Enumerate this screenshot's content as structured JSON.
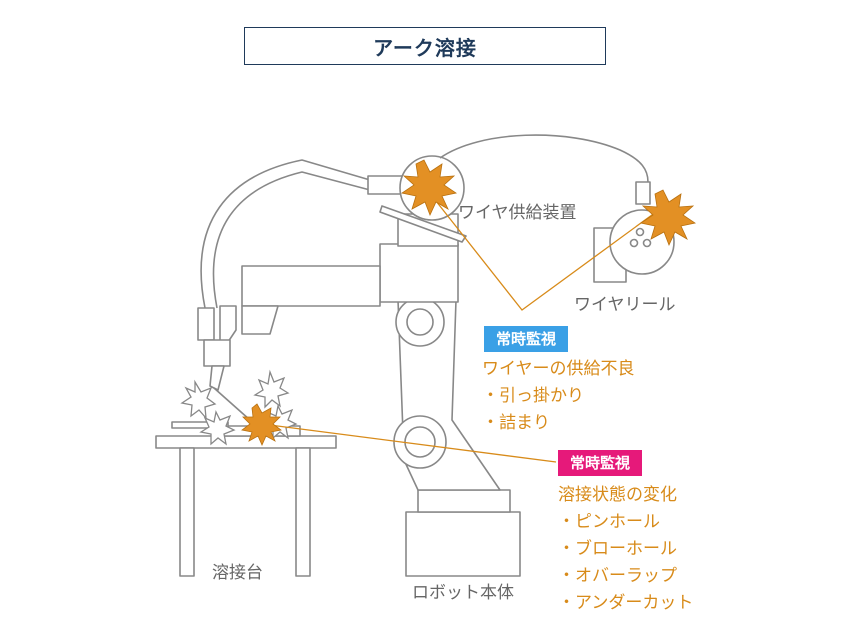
{
  "title": "アーク溶接",
  "labels": {
    "wire_feeder": "ワイヤ供給装置",
    "wire_reel": "ワイヤリール",
    "welding_table": "溶接台",
    "robot_body": "ロボット本体"
  },
  "monitor_top": {
    "badge": "常時監視",
    "badge_color": "#3aa0e6",
    "heading": "ワイヤーの供給不良",
    "items": [
      "・引っ掛かり",
      "・詰まり"
    ]
  },
  "monitor_bottom": {
    "badge": "常時監視",
    "badge_color": "#e6197a",
    "heading": "溶接状態の変化",
    "items": [
      "・ピンホール",
      "・ブローホール",
      "・オバーラップ",
      "・アンダーカット"
    ]
  },
  "colors": {
    "line": "#888888",
    "accent": "#d88b1a",
    "spark": "#e39024",
    "title": "#1f3a5a"
  }
}
